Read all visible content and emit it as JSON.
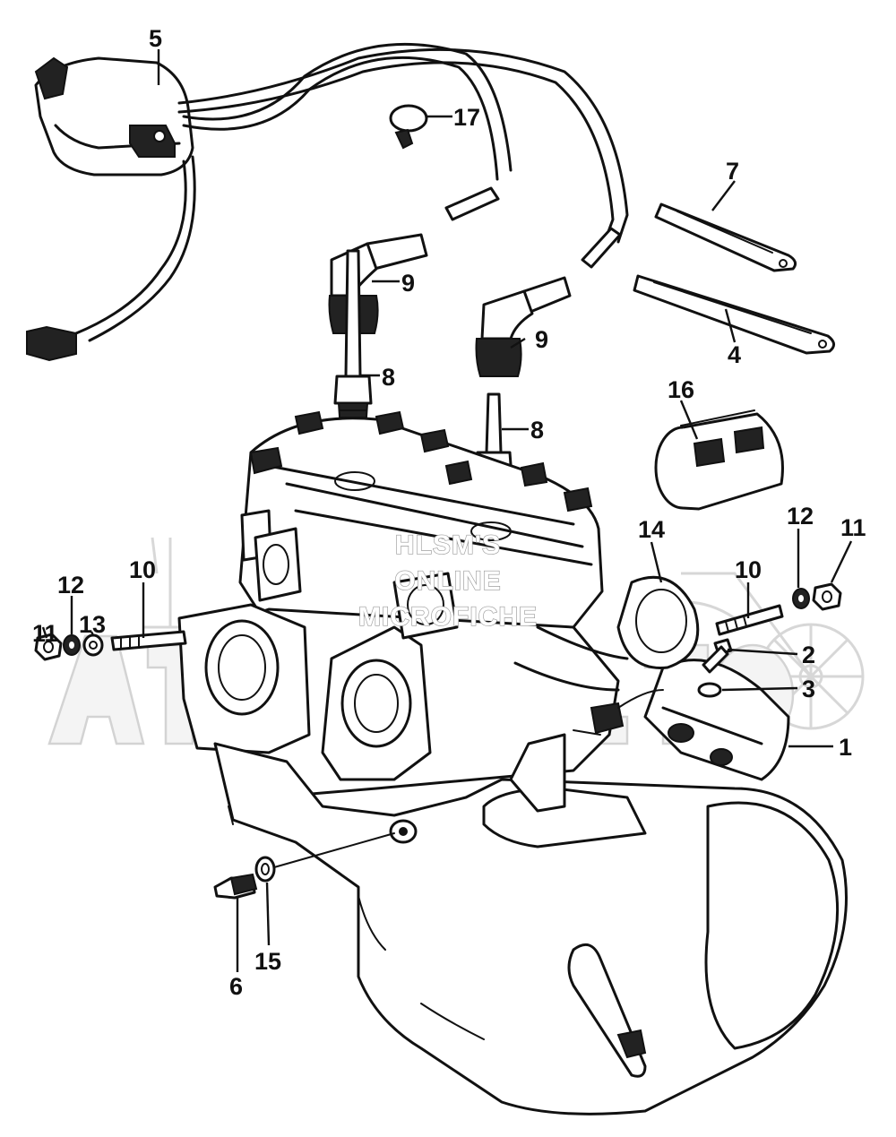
{
  "watermark": {
    "lines": [
      "HLSM'S",
      "ONLINE",
      "MICROFICHE"
    ],
    "color": "#9a9a9a"
  },
  "callouts": {
    "c1": "1",
    "c2": "2",
    "c3": "3",
    "c4": "4",
    "c5": "5",
    "c6": "6",
    "c7": "7",
    "c8a": "8",
    "c8b": "8",
    "c9a": "9",
    "c9b": "9",
    "c10a": "10",
    "c10b": "10",
    "c11a": "11",
    "c11b": "11",
    "c12a": "12",
    "c12b": "12",
    "c13": "13",
    "c14": "14",
    "c15": "15",
    "c16": "16",
    "c17": "17"
  },
  "colors": {
    "ink": "#111111",
    "paper": "#ffffff",
    "watermark_gray": "#9a9a9a"
  }
}
